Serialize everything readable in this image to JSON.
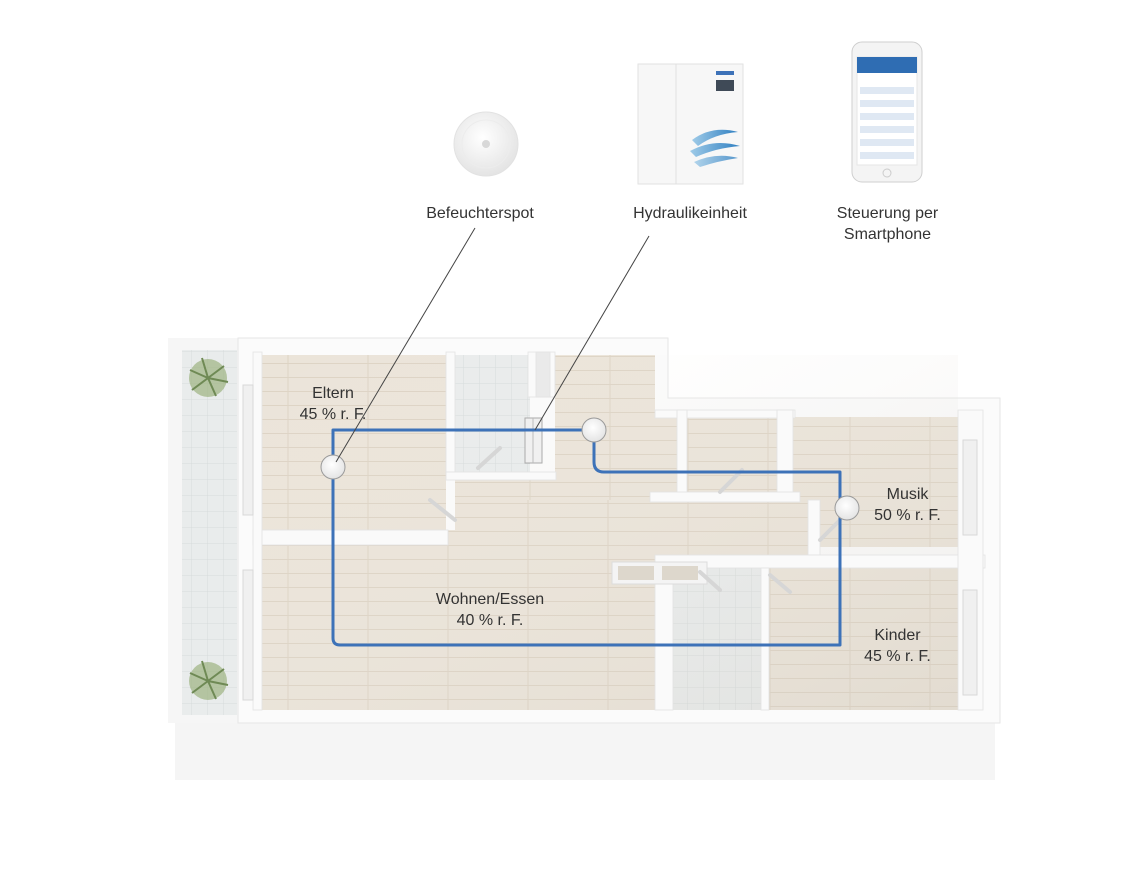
{
  "devices": {
    "humidifier_spot": {
      "label": "Befeuchterspot",
      "icon": "round-humidifier-spot"
    },
    "hydraulic_unit": {
      "label": "Hydraulikeinheit",
      "icon": "wall-cabinet-unit"
    },
    "smartphone": {
      "line1": "Steuerung per",
      "line2": "Smartphone",
      "icon": "smartphone-app"
    }
  },
  "rooms": {
    "eltern": {
      "name": "Eltern",
      "humidity": "45 % r. F."
    },
    "musik": {
      "name": "Musik",
      "humidity": "50 % r. F."
    },
    "wohnen": {
      "name": "Wohnen/Essen",
      "humidity": "40 % r. F."
    },
    "kinder": {
      "name": "Kinder",
      "humidity": "45 % r. F."
    }
  },
  "colors": {
    "pipe": "#3d72b8",
    "floor": "#e9e2d7",
    "wall": "#fbfbfb",
    "terrace": "#dfe3e3"
  }
}
